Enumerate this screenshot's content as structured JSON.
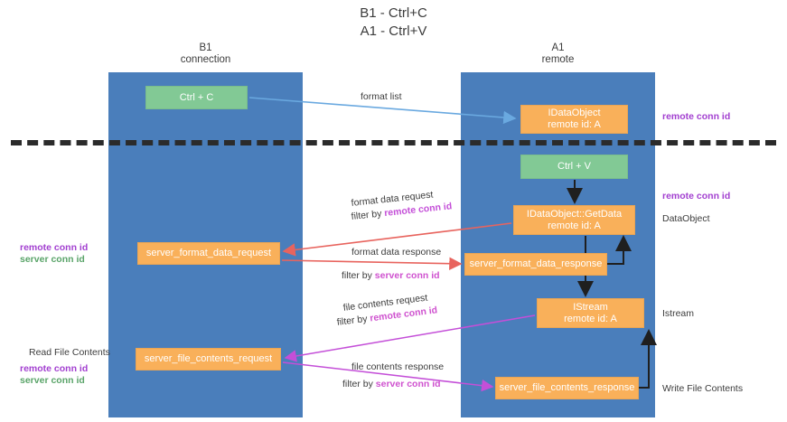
{
  "title": {
    "line1": "B1 - Ctrl+C",
    "line2": "A1 - Ctrl+V"
  },
  "lanes": [
    {
      "name": "B1",
      "sub": "connection"
    },
    {
      "name": "A1",
      "sub": "remote"
    }
  ],
  "boxes": {
    "ctrl_c": {
      "label": "Ctrl + C",
      "color": "#82c995"
    },
    "idataobject": {
      "line1": "IDataObject",
      "line2": "remote id: A",
      "color": "#f9b05a"
    },
    "ctrl_v": {
      "label": "Ctrl + V",
      "color": "#82c995"
    },
    "getdata": {
      "line1": "IDataObject::GetData",
      "line2": "remote id: A",
      "color": "#f9b05a"
    },
    "server_format_data_request": {
      "label": "server_format_data_request",
      "color": "#f9b05a"
    },
    "server_format_data_response": {
      "label": "server_format_data_response",
      "color": "#f9b05a"
    },
    "istream": {
      "line1": "IStream",
      "line2": "remote id: A",
      "color": "#f9b05a"
    },
    "server_file_contents_request": {
      "label": "server_file_contents_request",
      "color": "#f9b05a"
    },
    "server_file_contents_response": {
      "label": "server_file_contents_response",
      "color": "#f9b05a"
    }
  },
  "edge_labels": {
    "format_list": "format list",
    "format_data_request": "format data request",
    "format_data_request_filter_prefix": "filter by ",
    "format_data_request_filter_key": "remote conn id",
    "format_data_response": "format data response",
    "format_data_response_filter_prefix": "filter by ",
    "format_data_response_filter_key": "server conn id",
    "file_contents_request": "file contents request",
    "file_contents_request_filter_prefix": "filter by ",
    "file_contents_request_filter_key": "remote conn id",
    "file_contents_response": "file contents response",
    "file_contents_response_filter_prefix": "filter by ",
    "file_contents_response_filter_key": "server conn id"
  },
  "annotations": {
    "right_remote_conn_id_top": "remote conn id",
    "right_remote_conn_id_mid": "remote conn id",
    "right_dataobject": "DataObject",
    "right_istream": "Istream",
    "right_write_file_contents": "Write File Contents",
    "left_remote_conn_id": "remote conn id",
    "left_server_conn_id": "server conn id",
    "left_read_file_contents": "Read File Contents",
    "left_remote_conn_id_2": "remote conn id",
    "left_server_conn_id_2": "server conn id"
  },
  "colors": {
    "lane": "#4a7ebb",
    "green_box": "#82c995",
    "orange_box": "#f9b05a",
    "purple_key": "#a23fd0",
    "green_key": "#5aa469",
    "arrow_blue": "#6aa9e0",
    "arrow_red": "#e8645e",
    "arrow_magenta": "#c44fd8",
    "arrow_dark": "#1f1f1f",
    "divider": "#2b2b2b"
  }
}
